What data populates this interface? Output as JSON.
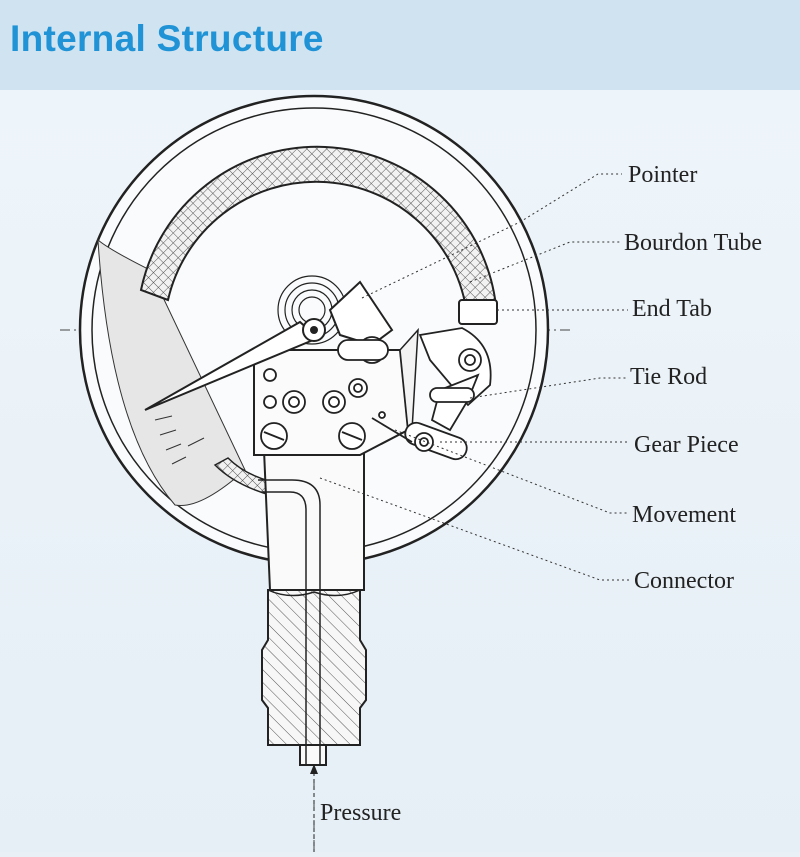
{
  "header": {
    "title": "Internal Structure"
  },
  "labels": {
    "pointer": "Pointer",
    "bourdon_tube": "Bourdon Tube",
    "end_tab": "End Tab",
    "tie_rod": "Tie Rod",
    "gear_piece": "Gear Piece",
    "movement": "Movement",
    "connector": "Connector",
    "pressure": "Pressure"
  },
  "colors": {
    "header_bg": "#cfe3f1",
    "title": "#1f93d6",
    "line": "#222222"
  }
}
